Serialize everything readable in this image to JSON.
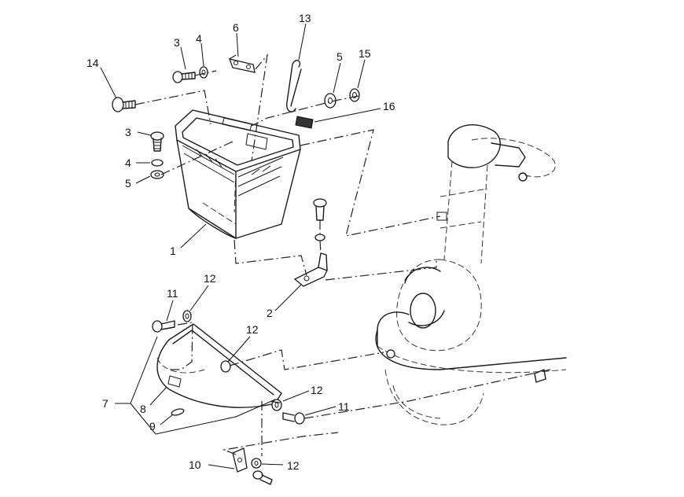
{
  "callouts": {
    "c1": "1",
    "c2": "2",
    "c3a": "3",
    "c3b": "3",
    "c4a": "4",
    "c4b": "4",
    "c5a": "5",
    "c5b": "5",
    "c6": "6",
    "c7": "7",
    "c8": "8",
    "c9": "9",
    "c10": "10",
    "c11a": "11",
    "c11b": "11",
    "c12a": "12",
    "c12b": "12",
    "c12c": "12",
    "c12d": "12",
    "c13": "13",
    "c14": "14",
    "c15": "15",
    "c16": "16"
  }
}
